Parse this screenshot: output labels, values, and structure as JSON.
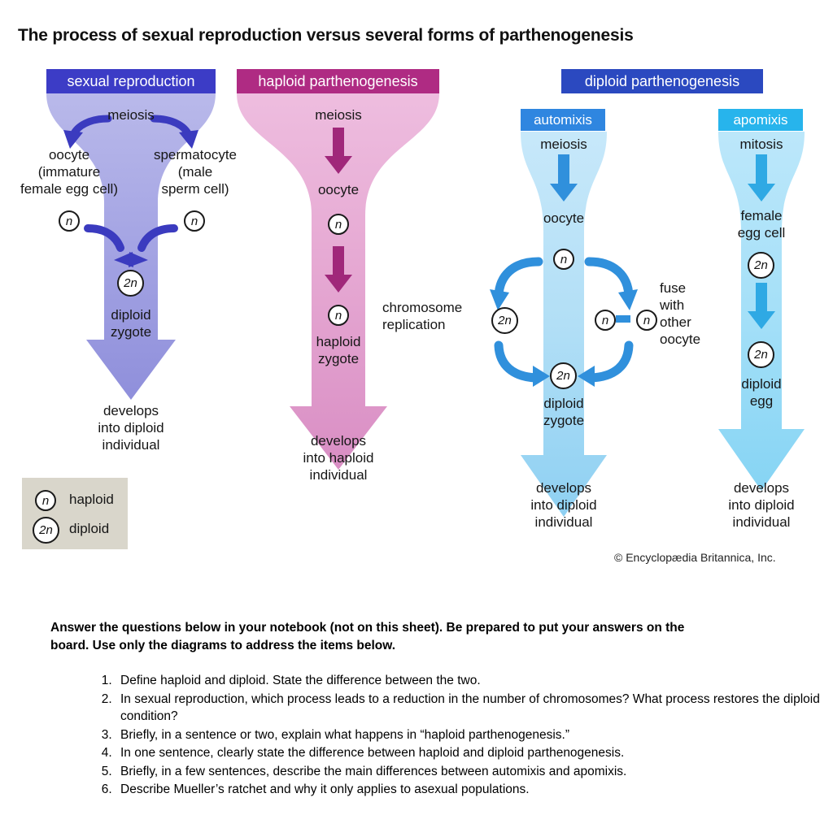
{
  "title": "The process of sexual reproduction versus several forms of parthenogenesis",
  "credit": "© Encyclopædia Britannica, Inc.",
  "colors": {
    "sexual_header": "#3c3cc6",
    "sexual_funnel": "#9b9be0",
    "sexual_arrow": "#3b3bbf",
    "haploid_header": "#af2b83",
    "haploid_funnel": "#e4a6d1",
    "haploid_arrow": "#a0277a",
    "diploid_header": "#2b49c0",
    "automixis_header": "#2f86e0",
    "automixis_funnel": "#b5e0f6",
    "automixis_arrow": "#3090dc",
    "apomixis_header": "#27b4ec",
    "apomixis_funnel": "#a8e1f7",
    "apomixis_arrow": "#2fa9e4",
    "legend_bg": "#d9d6cb"
  },
  "columns": {
    "sexual_reproduction": {
      "header": "sexual reproduction",
      "process": "meiosis",
      "left_label": "oocyte\n(immature\nfemale egg cell)",
      "right_label": "spermatocyte\n(male\nsperm cell)",
      "left_ploidy": "n",
      "right_ploidy": "n",
      "zygote_ploidy": "2n",
      "zygote_label": "diploid\nzygote",
      "outcome": "develops\ninto diploid\nindividual"
    },
    "haploid_parthenogenesis": {
      "header": "haploid parthenogenesis",
      "process": "meiosis",
      "step1_label": "oocyte",
      "step1_ploidy": "n",
      "step2_ploidy": "n",
      "step2_label": "haploid\nzygote",
      "outcome": "develops\ninto haploid\nindividual"
    },
    "diploid_parthenogenesis": {
      "header": "diploid parthenogenesis",
      "automixis": {
        "header": "automixis",
        "process": "meiosis",
        "step1_label": "oocyte",
        "step1_ploidy": "n",
        "left_branch_label": "chromosome\nreplication",
        "left_branch_ploidy": "2n",
        "right_branch_label": "fuse\nwith\nother\noocyte",
        "right_branch_ploidy_a": "n",
        "right_branch_ploidy_b": "n",
        "zygote_ploidy": "2n",
        "zygote_label": "diploid\nzygote",
        "outcome": "develops\ninto diploid\nindividual"
      },
      "apomixis": {
        "header": "apomixis",
        "process": "mitosis",
        "step1_label": "female\negg cell",
        "step1_ploidy": "2n",
        "step2_ploidy": "2n",
        "step2_label": "diploid\negg",
        "outcome": "develops\ninto diploid\nindividual"
      }
    }
  },
  "legend": {
    "items": [
      {
        "symbol": "n",
        "label": "haploid"
      },
      {
        "symbol": "2n",
        "label": "diploid"
      }
    ]
  },
  "worksheet": {
    "instructions": "Answer the questions below in your notebook (not on this sheet). Be prepared to put your answers on the board. Use only the diagrams to address the items below.",
    "questions": [
      "Define haploid and diploid. State the difference between the two.",
      "In sexual reproduction, which process leads to a reduction in the number of chromosomes? What process restores the diploid condition?",
      "Briefly, in a sentence or two, explain what happens in “haploid parthenogenesis.”",
      "In one sentence, clearly state the difference between haploid and diploid parthenogenesis.",
      "Briefly, in a few sentences, describe the main differences between automixis and apomixis.",
      "Describe Mueller’s ratchet and why it only applies to asexual populations."
    ]
  }
}
